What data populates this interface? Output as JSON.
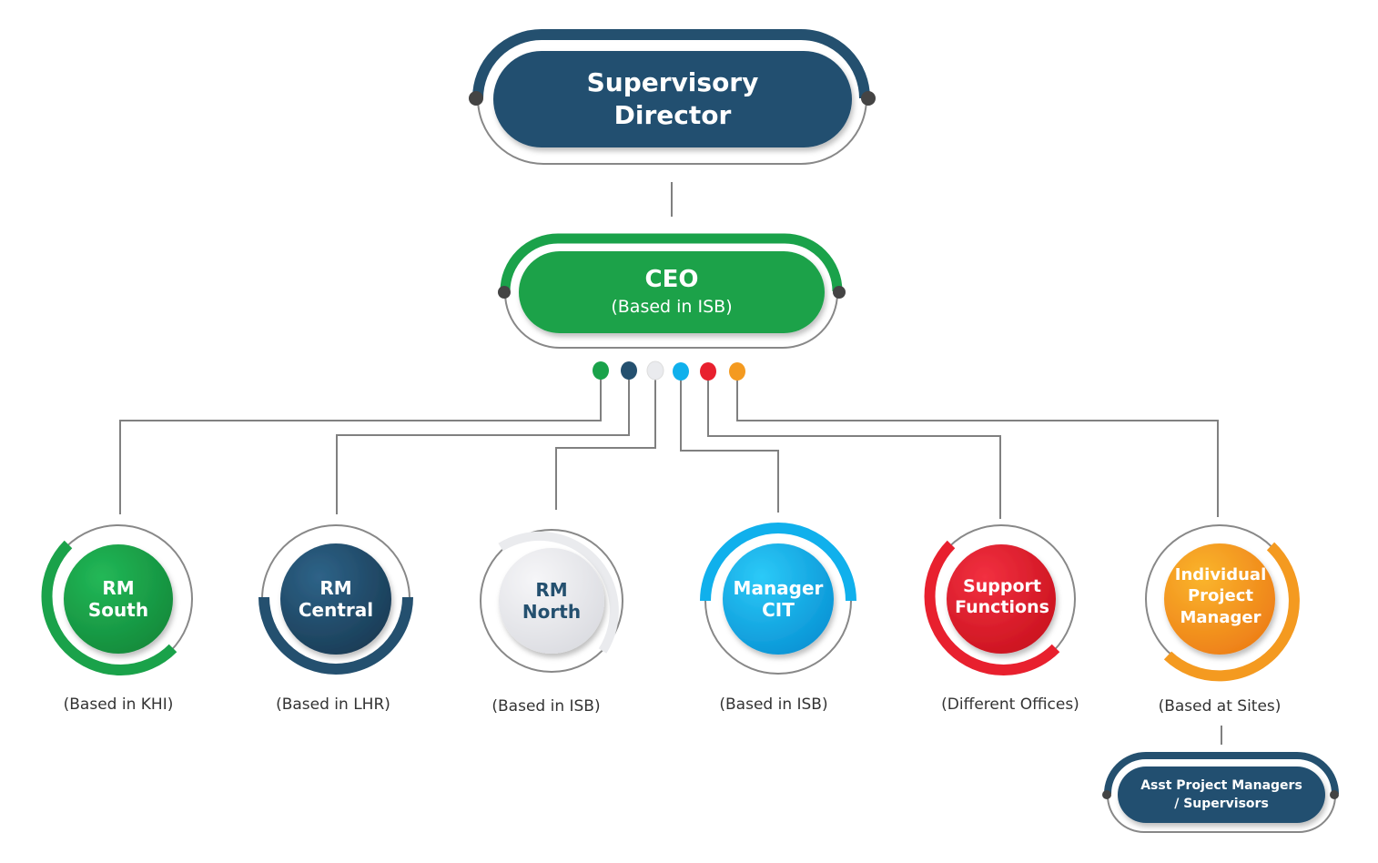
{
  "colors": {
    "navy": "#24506f",
    "green": "#1aa24a",
    "light": "#eaebee",
    "cyan": "#10b0ec",
    "red": "#e8202e",
    "orange": "#f49a20",
    "line": "#808080",
    "dot": "#444444"
  },
  "top": {
    "title_line1": "Supervisory",
    "title_line2": "Director"
  },
  "ceo": {
    "title": "CEO",
    "subtitle": "(Based in ISB)"
  },
  "nodes": [
    {
      "line1": "RM",
      "line2": "South",
      "line3": "",
      "caption": "(Based in KHI)",
      "color": "#1aa24a"
    },
    {
      "line1": "RM",
      "line2": "Central",
      "line3": "",
      "caption": "(Based in LHR)",
      "color": "#24506f"
    },
    {
      "line1": "RM",
      "line2": "North",
      "line3": "",
      "caption": "(Based in ISB)",
      "color": "#eaebee"
    },
    {
      "line1": "Manager",
      "line2": "CIT",
      "line3": "",
      "caption": "(Based in ISB)",
      "color": "#10b0ec"
    },
    {
      "line1": "Support",
      "line2": "Functions",
      "line3": "",
      "caption": "(Different Offices)",
      "color": "#e8202e"
    },
    {
      "line1": "Individual",
      "line2": "Project",
      "line3": "Manager",
      "caption": "(Based at Sites)",
      "color": "#f49a20"
    }
  ],
  "sub": {
    "line1": "Asst Project Managers",
    "line2": "/ Supervisors"
  }
}
